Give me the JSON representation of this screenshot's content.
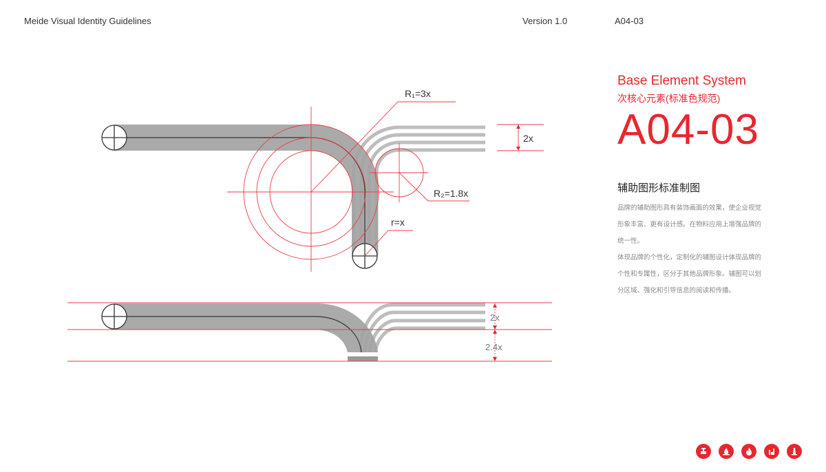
{
  "header": {
    "title": "Meide Visual Identity Guidelines",
    "version": "Version 1.0",
    "code": "A04-03"
  },
  "section": {
    "title_en": "Base Element System",
    "title_cn": "次核心元素(标准色规范)",
    "code": "A04-03"
  },
  "content": {
    "heading": "辅助图形标准制图",
    "paragraphs": [
      "品牌的辅助图形具有装饰画面的效果，使企业视觉形象丰富、更有设计感。在物料应用上增强品牌的统一性。",
      "体现品牌的个性化，定制化的辅图设计体现品牌的个性和专属性，区分于其他品牌形象。辅图可以划分区域、强化和引导信息的阅读和传播。"
    ]
  },
  "diagram": {
    "r1": "R₁=3x",
    "r2": "R₂=1.8x",
    "r": "r=x",
    "dim_top": "2x",
    "dim_bottom_1": "2x",
    "dim_bottom_2": "2.4x"
  },
  "icons": [
    "valve-icon",
    "water-drop-icon",
    "flame-icon",
    "factory-icon",
    "tower-icon"
  ],
  "colors": {
    "accent": "#e8262f",
    "band": "#a3a3a3",
    "stripe": "#bdbdbd"
  }
}
